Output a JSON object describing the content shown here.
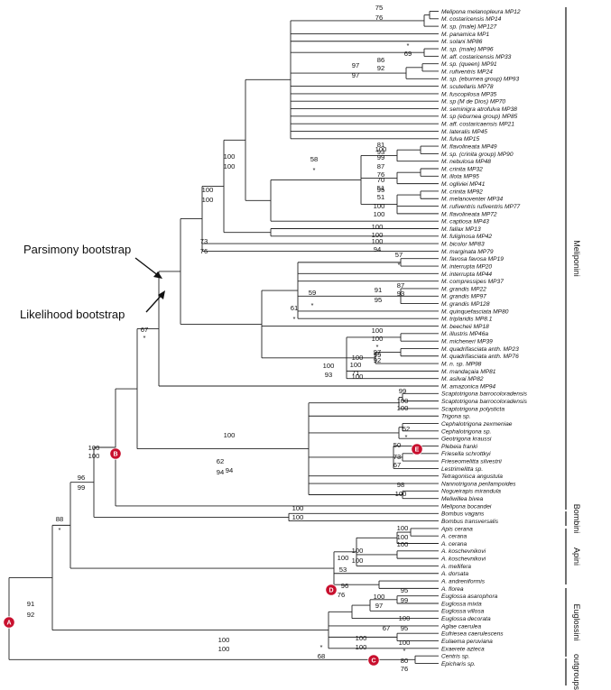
{
  "leaves": [
    "Melipona melanopleura MP12",
    "M. costaricensis MP14",
    "M. sp. (male) MP127",
    "M. panamica MP1",
    "M. solani MP86",
    "M. sp. (male) MP96",
    "M. aff. costaricensis MP33",
    "M. sp. (queen) MP91",
    "M. rufiventris MP24",
    "M. sp. (eburnea group) MP93",
    "M. scutellaris MP78",
    "M. fuscopilosa MP35",
    "M. sp (M de Dios) MP70",
    "M. seminigra atrofulva MP38",
    "M. sp (eburnea group) MP85",
    "M. aff. costaricaensis MP21",
    "M. lateralis MP45",
    "M. fulva MP15",
    "M. flavolineata MP49",
    "M. sp. (crinita group) MP90",
    "M. nebulosa MP48",
    "M. crinita MP32",
    "M. illota MP95",
    "M. ogliviei MP41",
    "M. crinita MP92",
    "M. melanoventer MP34",
    "M. rufiventris rufiventris MP77",
    "M. flavolineata MP72",
    "M. captiosa MP43",
    "M. fallax MP13",
    "M. fuliginosa MP42",
    "M. bicolor MP83",
    "M. marginata MP79",
    "M. favosa favosa MP19",
    "M. interrupta MP20",
    "M. interrupta MP44",
    "M. compressipes MP37",
    "M. grandis MP22",
    "M. grandis MP97",
    "M. grandis MP128",
    "M. quinquefasciata MP80",
    "M. triplaridis MP8.1",
    "M. beecheii MP18",
    "M. illustris MP46a",
    "M. micheneri MP39",
    "M. quadrifasciata anth. MP23",
    "M. quadrifasciata anth. MP76",
    "M. n. sp. MP98",
    "M. mandaçaia MP81",
    "M. asilvai MP82",
    "M. amazonica MP94",
    "Scaptotrigona barrocoloradensis",
    "Scaptotrigona barrocoloradensis",
    "Scaptotrigona polysticta",
    "Trigona sp.",
    "Cephalotrigona zexmeniae",
    "Cephalotrigona sp.",
    "Geotrigona kraussi",
    "Plebeia franki",
    "Friesella schrottkyi",
    "Frieseomelitta silvestrii",
    "Lestrimelitta sp.",
    "Tetragonisca angustula",
    "Nannotrigona perilampoides",
    "Nogueirapis mirandula",
    "Meliwillea bivea",
    "Melipona bocandei",
    "Bombus vagans",
    "Bombus transversalis",
    "Apis cerana",
    "A. cerana",
    "A. cerana",
    "A. koschevnikovi",
    "A. koschevnikovi",
    "A. mellifera",
    "A. dorsata",
    "A. andreniformis",
    "A. florea",
    "Euglossa asarophora",
    "Euglossa mixta",
    "Euglossa villosa",
    "Euglossa decorata",
    "Aglae caerulea",
    "Eufriesea caerulescens",
    "Eulaema peruviana",
    "Exaerete azteca",
    "Centris sp.",
    "Epicharis sp."
  ],
  "support_values": [
    "75",
    "76",
    "*",
    "69",
    "86",
    "92",
    "97",
    "97",
    "58",
    "*",
    "100",
    "99",
    "81",
    "93",
    "87",
    "76",
    "70",
    "51",
    "95",
    "51",
    "100",
    "100",
    "100",
    "100",
    "100",
    "94",
    "73",
    "76",
    "100",
    "100",
    "100",
    "100",
    "57",
    "*",
    "87",
    "93",
    "91",
    "95",
    "59",
    "*",
    "61",
    "*",
    "100",
    "100",
    "97",
    "92",
    "*",
    "99",
    "100",
    "71",
    "100",
    "93",
    "100",
    "100",
    "67",
    "*",
    "99",
    "100",
    "100",
    "52",
    "*",
    "50",
    "73",
    "67",
    "98",
    "100",
    "100",
    "94",
    "62",
    "94",
    "100",
    "100",
    "96",
    "99",
    "100",
    "100",
    "100",
    "100",
    "100",
    "100",
    "100",
    "100",
    "53",
    "95",
    "99",
    "96",
    "76",
    "100",
    "97",
    "100",
    "95",
    "67",
    "100",
    "*",
    "100",
    "100",
    "*",
    "68",
    "80",
    "76",
    "100",
    "100",
    "88",
    "*",
    "91",
    "92"
  ],
  "groups": [
    "Meliponini",
    "Bombini",
    "Apini",
    "Euglossini",
    "outgroups"
  ],
  "annotations": {
    "parsimony": "Parsimony bootstrap",
    "likelihood": "Likelihood bootstrap"
  },
  "nodes": [
    "A",
    "B",
    "C",
    "D",
    "E"
  ],
  "colors": {
    "node_fill": "#c8102e",
    "line": "#222222"
  }
}
